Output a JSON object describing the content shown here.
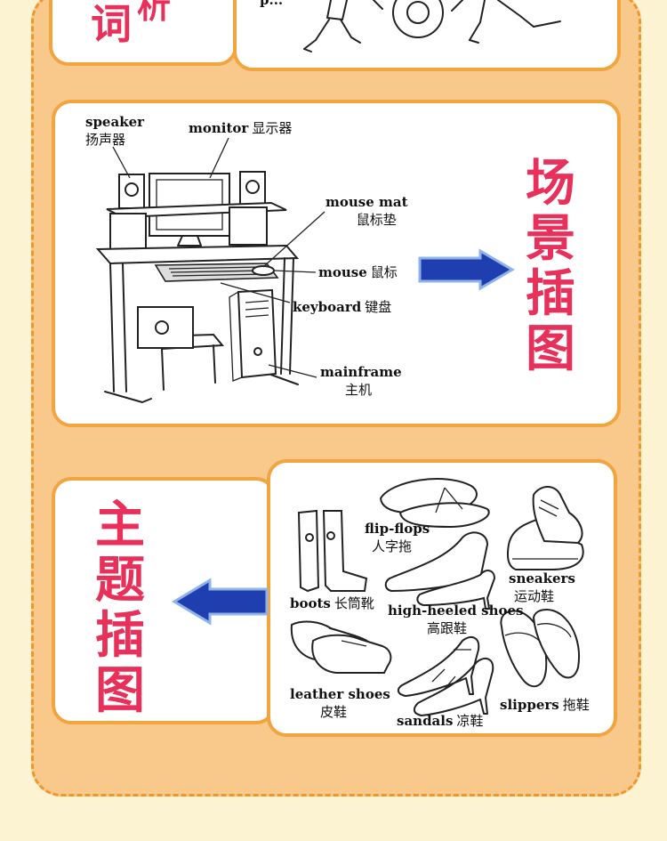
{
  "top_section": {
    "title_chars": [
      "词",
      "析"
    ],
    "partial_text": "p..."
  },
  "scene_section": {
    "title_chars": [
      "场",
      "景",
      "插",
      "图"
    ],
    "labels": {
      "speaker_en": "speaker",
      "speaker_cn": "扬声器",
      "monitor_en": "monitor",
      "monitor_cn": "显示器",
      "mousemat_en": "mouse mat",
      "mousemat_cn": "鼠标垫",
      "mouse_en": "mouse",
      "mouse_cn": "鼠标",
      "keyboard_en": "keyboard",
      "keyboard_cn": "键盘",
      "mainframe_en": "mainframe",
      "mainframe_cn": "主机"
    }
  },
  "theme_section": {
    "title_chars": [
      "主",
      "题",
      "插",
      "图"
    ],
    "labels": {
      "flipflops_en": "flip-flops",
      "flipflops_cn": "人字拖",
      "boots_en": "boots",
      "boots_cn": "长筒靴",
      "highheels_en": "high-heeled shoes",
      "highheels_cn": "高跟鞋",
      "sneakers_en": "sneakers",
      "sneakers_cn": "运动鞋",
      "leather_en": "leather shoes",
      "leather_cn": "皮鞋",
      "sandals_en": "sandals",
      "sandals_cn": "凉鞋",
      "slippers_en": "slippers",
      "slippers_cn": "拖鞋"
    }
  },
  "colors": {
    "page_bg": "#fbf3d2",
    "panel_bg": "#f9c98b",
    "panel_border": "#f0962a",
    "title_red": "#e8305a",
    "arrow_blue": "#1f3fb0"
  }
}
